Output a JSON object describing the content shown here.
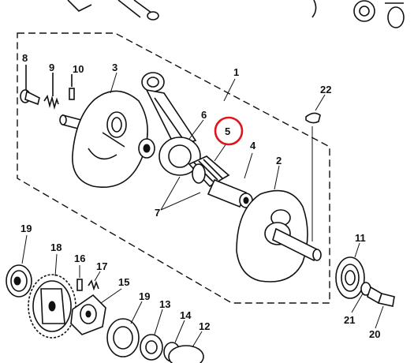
{
  "labels": {
    "p1": "1",
    "p2": "2",
    "p3": "3",
    "p4": "4",
    "p5": "5",
    "p6": "6",
    "p7": "7",
    "p8": "8",
    "p9": "9",
    "p10": "10",
    "p11": "11",
    "p12": "12",
    "p13": "13",
    "p14": "14",
    "p15": "15",
    "p16": "16",
    "p17": "17",
    "p18": "18",
    "p19a": "19",
    "p19b": "19",
    "p20": "20",
    "p21": "21",
    "p22": "22"
  },
  "highlight": {
    "part": "5",
    "color": "#e0141e"
  }
}
